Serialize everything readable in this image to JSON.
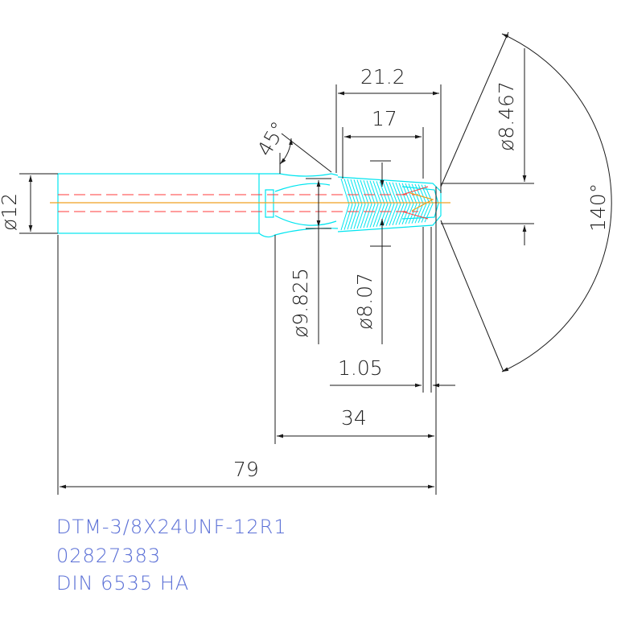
{
  "dimensions": {
    "d_shank": "ø12",
    "d_neck": "ø9.825",
    "d_minor": "ø8.07",
    "d_tip": "ø8.467",
    "len_total": "79",
    "len_34": "34",
    "len_212": "21.2",
    "len_17": "17",
    "len_105": "1.05",
    "angle_45": "45°",
    "angle_140": "140°"
  },
  "title_block": {
    "line1": "DTM-3/8X24UNF-12R1",
    "line2": "02827383",
    "line3": "DIN 6535 HA"
  },
  "colors": {
    "outline": "#00e5f0",
    "coolant": "#ff3b3b",
    "axis": "#f0a020",
    "dimension": "#1a1a1a",
    "title": "#5a6fd6"
  }
}
